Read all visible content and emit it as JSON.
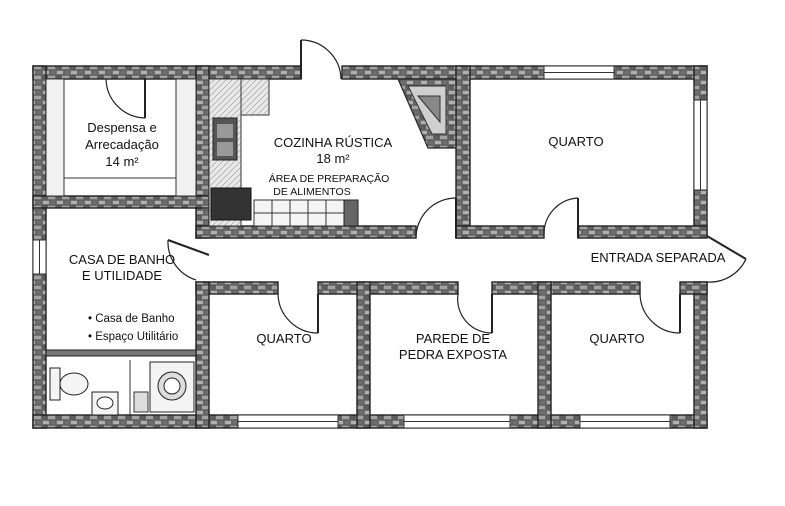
{
  "rooms": {
    "pantry": {
      "line1": "Despensa e",
      "line2": "Arrecadação",
      "area": "14 m²"
    },
    "kitchen": {
      "name": "COZINHA RÚSTICA",
      "area": "18 m²",
      "prep_line1": "ÁREA DE PREPARAÇÃO",
      "prep_line2": "DE ALIMENTOS"
    },
    "bedroom_top": {
      "name": "QUARTO"
    },
    "bathroom": {
      "line1": "CASA DE BANHO",
      "line2": "E UTILIDADE",
      "item1": "• Casa de Banho",
      "item2": "• Espaço Utilitário"
    },
    "bedroom_left": {
      "name": "QUARTO"
    },
    "stone_room": {
      "line1": "PAREDE DE",
      "line2": "PEDRA EXPOSTA"
    },
    "bedroom_right": {
      "name": "QUARTO"
    }
  },
  "entrance": {
    "label": "ENTRADA SEPARADA"
  },
  "colors": {
    "wall_stone": "#8a8a8a",
    "wall_outline": "#222222",
    "background": "#ffffff"
  },
  "icons": [
    "toilet-icon",
    "sink-icon",
    "washing-machine-icon",
    "fireplace-icon",
    "stove-icon"
  ]
}
